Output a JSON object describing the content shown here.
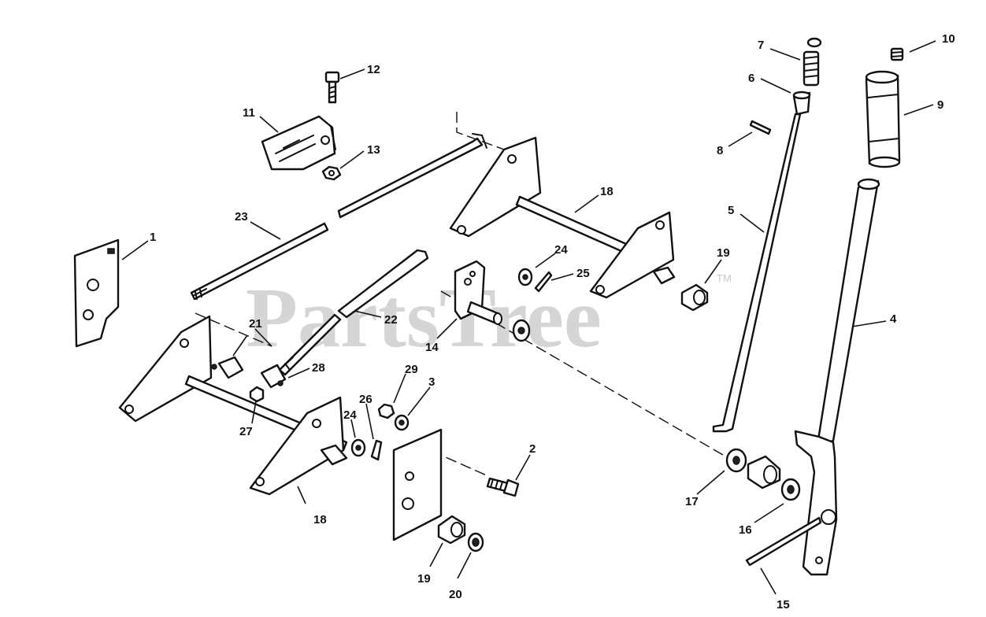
{
  "watermark": {
    "text": "PartsTree",
    "trademark": "TM"
  },
  "callouts": [
    {
      "id": "c10",
      "label": "10"
    },
    {
      "id": "c7",
      "label": "7"
    },
    {
      "id": "c6",
      "label": "6"
    },
    {
      "id": "c9",
      "label": "9"
    },
    {
      "id": "c8",
      "label": "8"
    },
    {
      "id": "c12",
      "label": "12"
    },
    {
      "id": "c11",
      "label": "11"
    },
    {
      "id": "c13",
      "label": "13"
    },
    {
      "id": "c18a",
      "label": "18"
    },
    {
      "id": "c5",
      "label": "5"
    },
    {
      "id": "c23",
      "label": "23"
    },
    {
      "id": "c1",
      "label": "1"
    },
    {
      "id": "c24a",
      "label": "24"
    },
    {
      "id": "c25",
      "label": "25"
    },
    {
      "id": "c19a",
      "label": "19"
    },
    {
      "id": "c4",
      "label": "4"
    },
    {
      "id": "c22",
      "label": "22"
    },
    {
      "id": "c14",
      "label": "14"
    },
    {
      "id": "c21",
      "label": "21"
    },
    {
      "id": "c28",
      "label": "28"
    },
    {
      "id": "c29",
      "label": "29"
    },
    {
      "id": "c3",
      "label": "3"
    },
    {
      "id": "c26",
      "label": "26"
    },
    {
      "id": "c27",
      "label": "27"
    },
    {
      "id": "c24b",
      "label": "24"
    },
    {
      "id": "c2",
      "label": "2"
    },
    {
      "id": "c17",
      "label": "17"
    },
    {
      "id": "c16",
      "label": "16"
    },
    {
      "id": "c18b",
      "label": "18"
    },
    {
      "id": "c19b",
      "label": "19"
    },
    {
      "id": "c20",
      "label": "20"
    },
    {
      "id": "c15",
      "label": "15"
    }
  ]
}
